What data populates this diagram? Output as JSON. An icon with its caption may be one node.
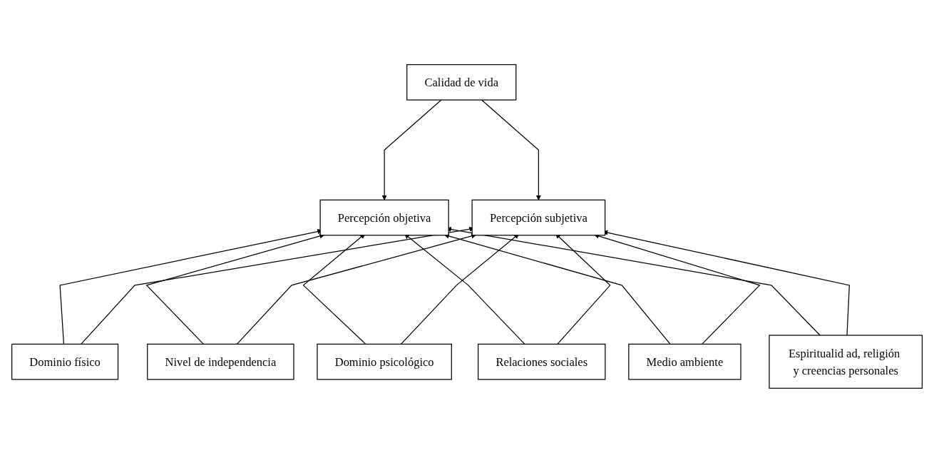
{
  "diagram": {
    "nodes": [
      {
        "text": [
          "Calidad de vida"
        ]
      },
      {
        "text": [
          "Percepción objetiva"
        ]
      },
      {
        "text": [
          "Percepción subjetiva"
        ]
      },
      {
        "text": [
          "Dominio físico"
        ]
      },
      {
        "text": [
          "Nivel de independencia"
        ]
      },
      {
        "text": [
          "Dominio psicológico"
        ]
      },
      {
        "text": [
          "Relaciones sociales"
        ]
      },
      {
        "text": [
          "Medio ambiente"
        ]
      },
      {
        "text": [
          "Espiritualid ad, religión y creencias personales"
        ]
      }
    ],
    "edges": [
      {
        "from": 0,
        "to": 1,
        "arrow": "to"
      },
      {
        "from": 0,
        "to": 2,
        "arrow": "to"
      },
      {
        "from": 3,
        "to": 1,
        "arrow": "to"
      },
      {
        "from": 4,
        "to": 1,
        "arrow": "to"
      },
      {
        "from": 5,
        "to": 1,
        "arrow": "to"
      },
      {
        "from": 6,
        "to": 1,
        "arrow": "to"
      },
      {
        "from": 7,
        "to": 1,
        "arrow": "to"
      },
      {
        "from": 8,
        "to": 1,
        "arrow": "to"
      },
      {
        "from": 3,
        "to": 2,
        "arrow": "to"
      },
      {
        "from": 4,
        "to": 2,
        "arrow": "to"
      },
      {
        "from": 5,
        "to": 2,
        "arrow": "to"
      },
      {
        "from": 6,
        "to": 2,
        "arrow": "to"
      },
      {
        "from": 7,
        "to": 2,
        "arrow": "to"
      },
      {
        "from": 8,
        "to": 2,
        "arrow": "to"
      }
    ]
  }
}
